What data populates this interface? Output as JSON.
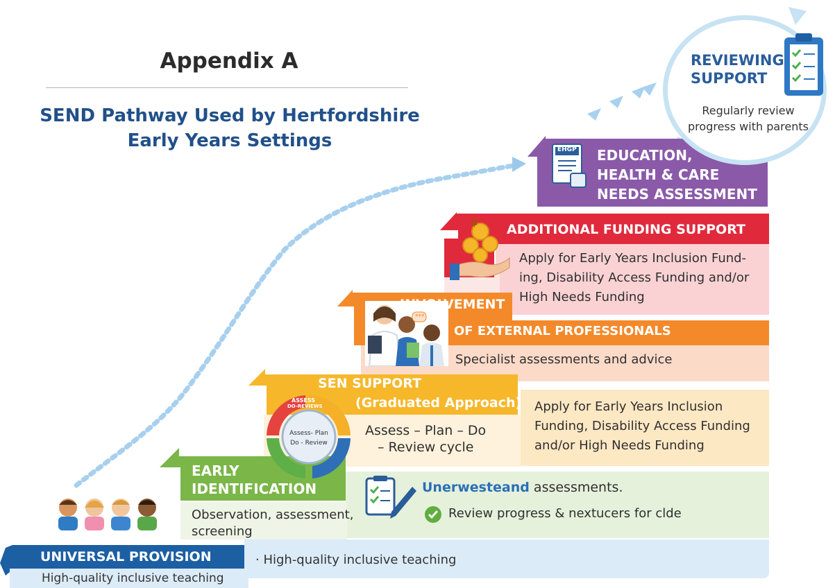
{
  "title": "Appendix A",
  "subtitle_line1": "SEND Pathway Used by Hertfordshire",
  "subtitle_line2": "Early Years Settings",
  "steps": {
    "universal": {
      "label": "UNIVERSAL PROVISION",
      "below": "High-quality inclusive teaching",
      "right": "· High-quality inclusive teaching"
    },
    "early": {
      "label_line1": "EARLY",
      "label_line2": "IDENTIFICATION",
      "text_line1": "Observation, assessment,",
      "text_line2": "screening",
      "highlight": "Unerwesteand",
      "assess_rest": " assessments.",
      "review": "Review progress & nextucers for clde"
    },
    "sen": {
      "label_line1": "SEN SUPPORT",
      "label_line2": "(Graduated Approach)",
      "cycle_top": "ASSESS",
      "cycle_top2": "DO-REVIEWS",
      "cycle_center1": "Assess- Plan",
      "cycle_center2": "Do - Review",
      "text_line1": "Assess – Plan – Do",
      "text_line2": "– Review cycle",
      "right_line1": "Apply for Early Years Inclusion",
      "right_line2": "Funding, Disability Access Funding",
      "right_line3": "and/or High Needs Funding"
    },
    "external": {
      "label_line1": "INVOLVEMENT",
      "label_line2": "OF EXTERNAL PROFESSIONALS",
      "text": "Specialist assessments and advice",
      "bubble": "***"
    },
    "funding": {
      "label": "ADDITIONAL FUNDING SUPPORT",
      "text_line1": "Apply for Early Years Inclusion Fund-",
      "text_line2": "ing, Disability Access Funding and/or",
      "text_line3": "High Needs Funding",
      "coin": "$"
    },
    "ehc": {
      "label_line1": "EDUCATION,",
      "label_line2": "HEALTH & CARE",
      "label_line3": "NEEDS ASSESSMENT",
      "doc_tag": "EHGP"
    }
  },
  "review": {
    "title_line1": "REVIEWING",
    "title_line2": "SUPPORT",
    "text_line1": "Regularly review",
    "text_line2": "progress with parents"
  },
  "colors": {
    "blue": "#1c5fa3",
    "green": "#7ab648",
    "yellow": "#f6b72a",
    "orange": "#f4892a",
    "red": "#e02a3c",
    "purple": "#8a5aa9",
    "heading_blue": "#21508a"
  }
}
